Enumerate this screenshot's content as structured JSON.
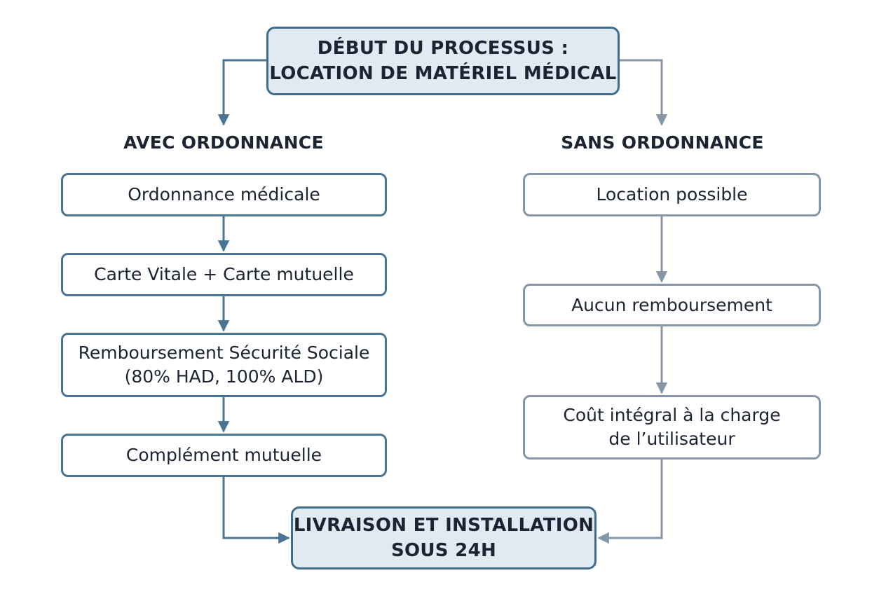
{
  "start": {
    "lines": [
      "DÉBUT DU PROCESSUS :",
      "LOCATION DE MATÉRIEL MÉDICAL"
    ]
  },
  "branches": {
    "left": {
      "label": "AVEC ORDONNANCE",
      "steps": [
        {
          "lines": [
            "Ordonnance médicale"
          ]
        },
        {
          "lines": [
            "Carte Vitale + Carte mutuelle"
          ]
        },
        {
          "lines": [
            "Remboursement Sécurité Sociale",
            "(80% HAD, 100% ALD)"
          ]
        },
        {
          "lines": [
            "Complément mutuelle"
          ]
        }
      ]
    },
    "right": {
      "label": "SANS ORDONNANCE",
      "steps": [
        {
          "lines": [
            "Location possible"
          ]
        },
        {
          "lines": [
            "Aucun remboursement"
          ]
        },
        {
          "lines": [
            "Coût intégral à la charge",
            "de l’utilisateur"
          ]
        }
      ]
    }
  },
  "end": {
    "lines": [
      "LIVRAISON ET INSTALLATION",
      "SOUS 24H"
    ]
  },
  "colors": {
    "left_branch": "#4a7494",
    "right_branch": "#8496a8",
    "highlight_fill": "#dfeaf3"
  }
}
